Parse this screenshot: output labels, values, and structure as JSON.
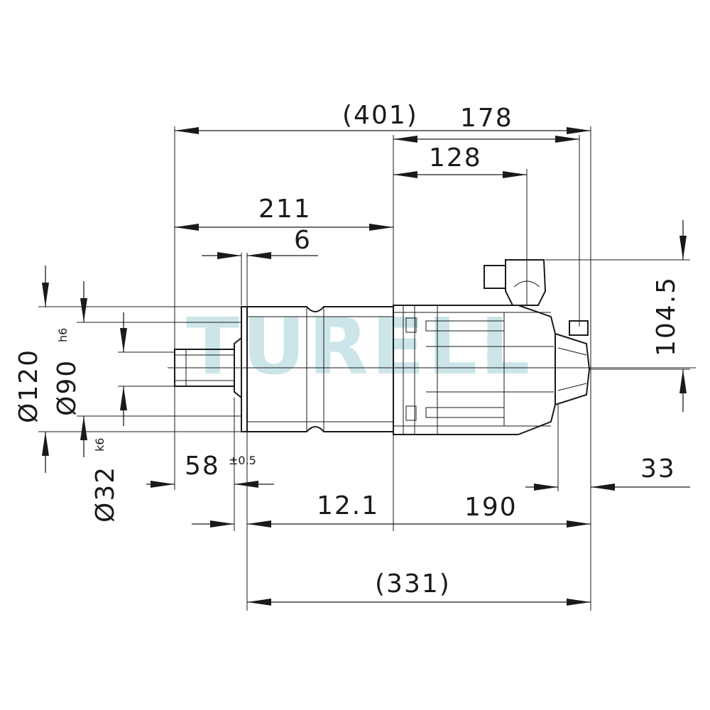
{
  "watermark": "TURELL",
  "dimensions": {
    "overall_length": "(401)",
    "rear_length": "178",
    "connector_offset": "128",
    "flange_to_body": "211",
    "flange_thickness": "6",
    "height_connector": "104.5",
    "dia_flange": "Ø120",
    "dia_pilot": "Ø90",
    "dia_pilot_tol": "h6",
    "dia_shaft": "Ø32",
    "dia_shaft_tol": "k6",
    "shaft_length": "58",
    "shaft_length_tol": "±0.5",
    "flange_offset": "12.1",
    "body_length": "190",
    "rear_cap": "33",
    "length_from_flange": "(331)"
  }
}
